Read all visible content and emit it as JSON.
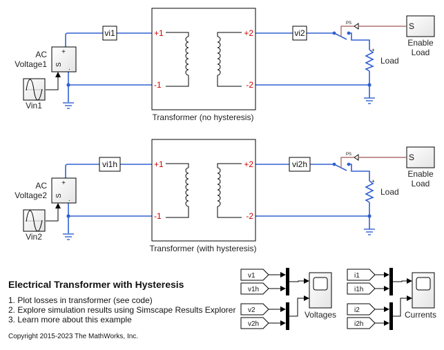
{
  "model": {
    "title": "Electrical Transformer with Hysteresis",
    "steps": [
      "1. Plot losses in transformer (see code)",
      "2. Explore simulation results using Simscape Results Explorer",
      "3. Learn more about this example"
    ],
    "copyright": "Copyright 2015-2023 The MathWorks, Inc."
  },
  "circuits": [
    {
      "source_label_1": "AC",
      "source_label_2": "Voltage1",
      "sine_label": "Vin1",
      "tag_in": "vi1",
      "tag_out": "vi2",
      "transformer_label": "Transformer (no hysteresis)",
      "ports": [
        "+1",
        "-1",
        "+2",
        "-2"
      ],
      "load_label": "Load",
      "enable_label_1": "Enable",
      "enable_label_2": "Load",
      "enable_port": "S"
    },
    {
      "source_label_1": "AC",
      "source_label_2": "Voltage2",
      "sine_label": "Vin2",
      "tag_in": "vi1h",
      "tag_out": "vi2h",
      "transformer_label": "Transformer (with hysteresis)",
      "ports": [
        "+1",
        "-1",
        "+2",
        "-2"
      ],
      "load_label": "Load",
      "enable_label_1": "Enable",
      "enable_label_2": "Load",
      "enable_port": "S"
    }
  ],
  "scopes": [
    {
      "label": "Voltages",
      "inputs": [
        "v1",
        "v1h",
        "v2",
        "v2h"
      ]
    },
    {
      "label": "Currents",
      "inputs": [
        "i1",
        "i1h",
        "i2",
        "i2h"
      ]
    }
  ],
  "colors": {
    "wire": "#3060d0",
    "port": "#d00000",
    "physical_signal": "#b07070"
  }
}
